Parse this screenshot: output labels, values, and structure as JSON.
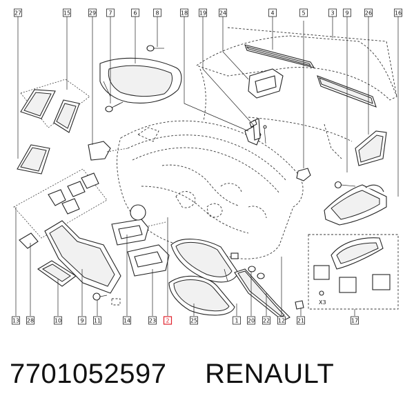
{
  "diagram": {
    "top_callouts": [
      "27",
      "15",
      "29",
      "7",
      "6",
      "8",
      "18",
      "19",
      "24",
      "4",
      "5",
      "3",
      "9",
      "26",
      "16"
    ],
    "bottom_callouts": [
      "13",
      "28",
      "10",
      "9",
      "11",
      "14",
      "23",
      "2",
      "25",
      "1",
      "20",
      "22",
      "12",
      "21",
      "17"
    ],
    "highlighted_callout": "2",
    "quantity_label": "X3",
    "highlight_color": "#e0202a"
  },
  "footer": {
    "part_number": "7701052597",
    "brand": "RENAULT"
  }
}
